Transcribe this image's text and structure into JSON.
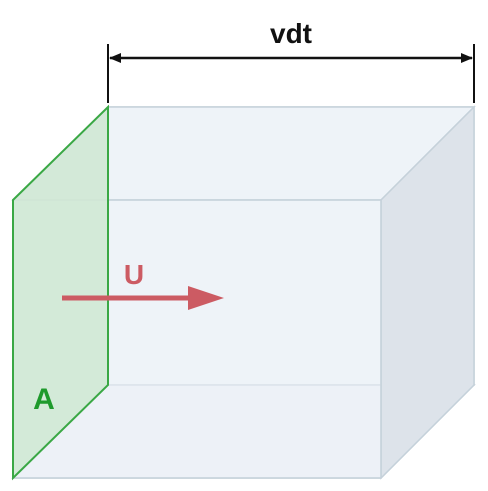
{
  "diagram": {
    "width_label": "vdt",
    "velocity_label": "U",
    "area_label": "A",
    "colors": {
      "box_fill": "#eef3f8",
      "box_side": "#dde3ea",
      "box_edge": "#c5d1da",
      "area_fill": "#cfe8d4",
      "area_edge": "#3aa845",
      "area_text": "#1e9a2c",
      "arrow": "#cc5b63",
      "dimension": "#111111"
    }
  }
}
